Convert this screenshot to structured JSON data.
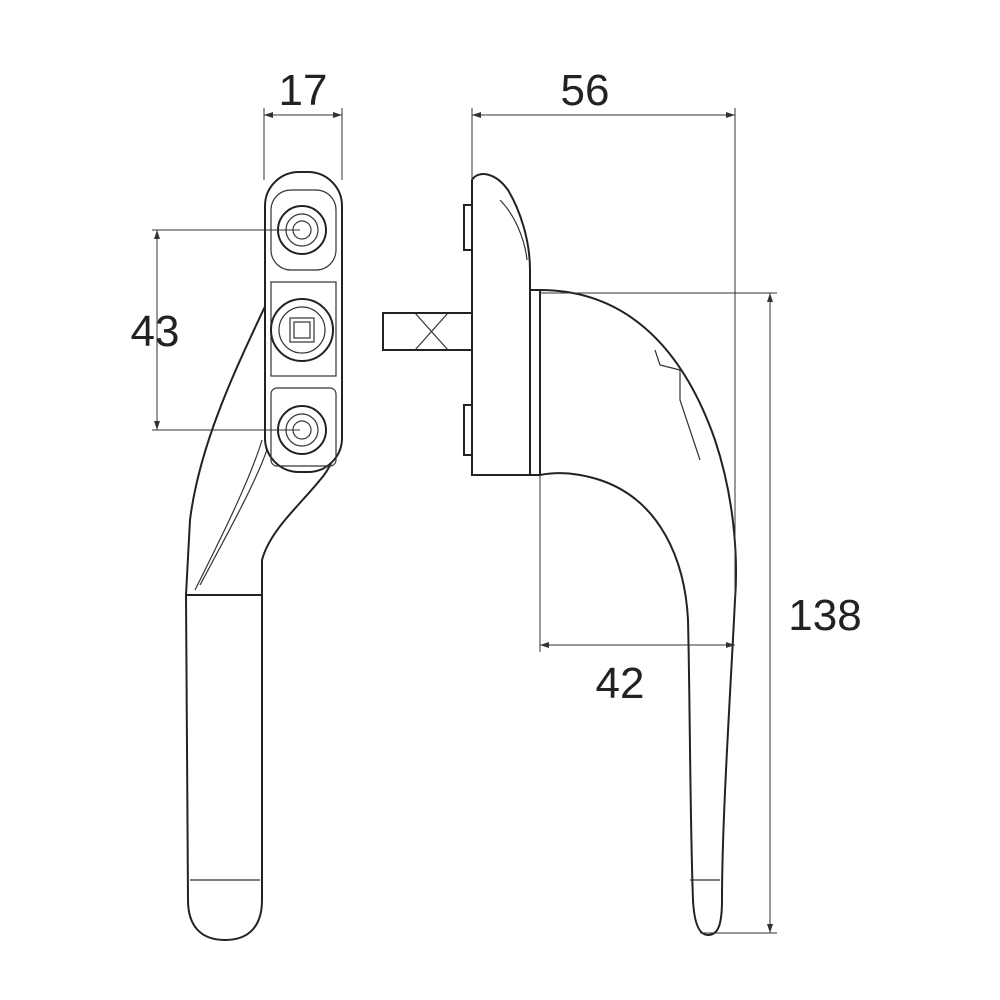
{
  "dimensions": {
    "plate_width": "17",
    "screw_spacing": "43",
    "projection": "56",
    "handle_reach": "42",
    "overall_length": "138"
  },
  "colors": {
    "line": "#222222",
    "background": "#ffffff"
  }
}
